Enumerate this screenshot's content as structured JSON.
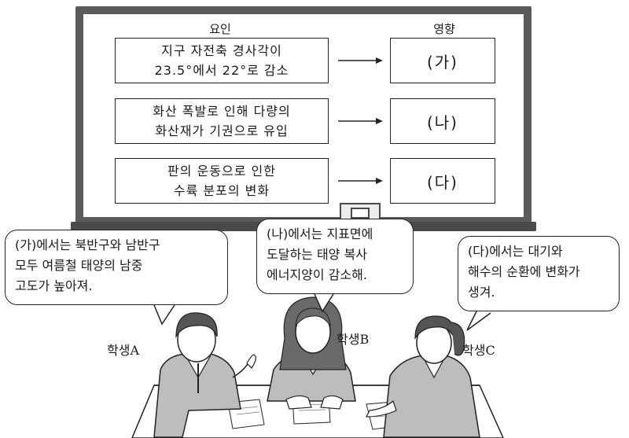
{
  "board": {
    "factor_header": "요인",
    "effect_header": "영향",
    "rows": [
      {
        "factor_line1": "지구 자전축 경사각이",
        "factor_line2": "23.5°에서 22°로 감소",
        "effect": "(가)"
      },
      {
        "factor_line1": "화산 폭발로 인해 다량의",
        "factor_line2": "화산재가 기권으로 유입",
        "effect": "(나)"
      },
      {
        "factor_line1": "판의 운동으로 인한",
        "factor_line2": "수륙 분포의 변화",
        "effect": "(다)"
      }
    ]
  },
  "students": {
    "a": {
      "label": "학생A",
      "speech": [
        "(가)에서는 북반구와 남반구",
        "모두 여름철 태양의 남중",
        "고도가 높아져."
      ]
    },
    "b": {
      "label": "학생B",
      "speech": [
        "(나)에서는 지표면에",
        "도달하는 태양 복사",
        "에너지양이 감소해."
      ]
    },
    "c": {
      "label": "학생C",
      "speech": [
        "(다)에서는 대기와",
        "해수의 순환에 변화가",
        "생겨."
      ]
    }
  },
  "colors": {
    "board_frame": "#5a5a5a",
    "ink": "#222222",
    "paper": "#ffffff"
  }
}
